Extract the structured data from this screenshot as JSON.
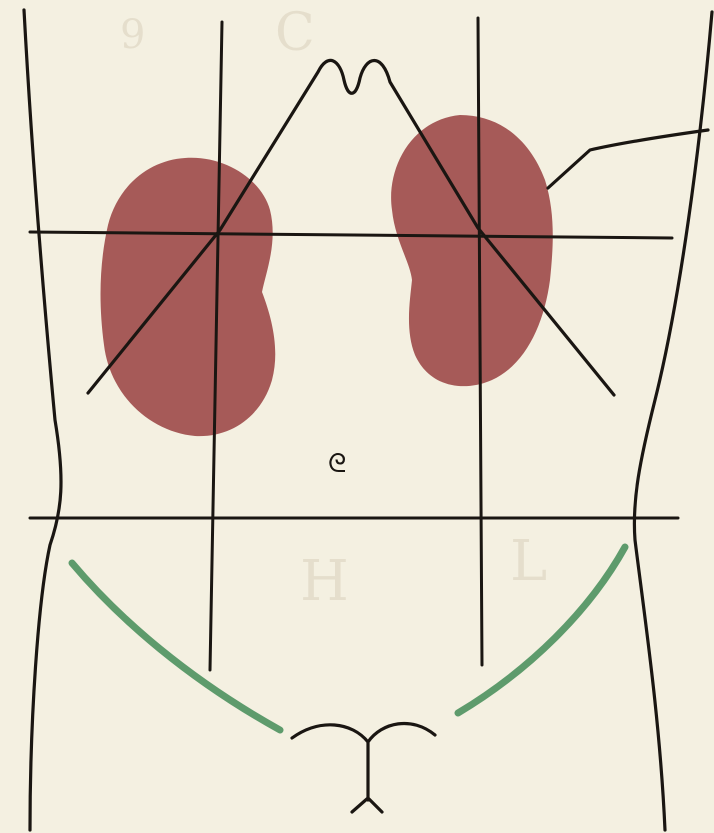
{
  "figure": {
    "background_color": "#f4f0e1",
    "ink_color": "#1a1612",
    "kidney_color": "#a65a58",
    "groin_line_color": "#5e9b6c",
    "umbilicus_glyph": "ᘓ",
    "faint_marks": [
      "C",
      "9",
      "L",
      "H"
    ]
  }
}
